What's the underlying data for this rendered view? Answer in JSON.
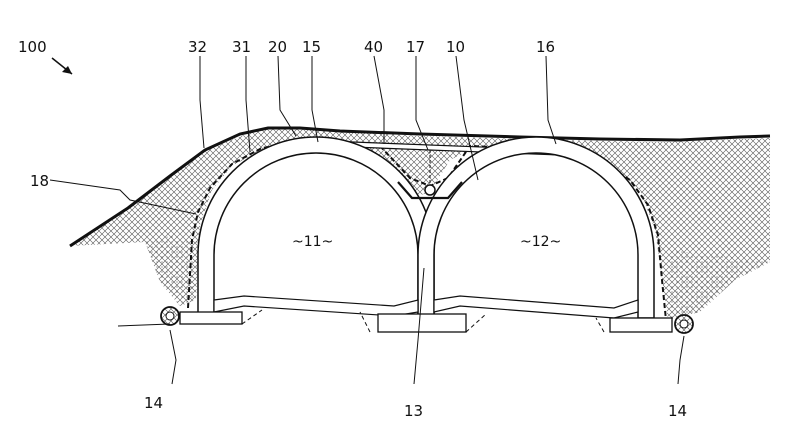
{
  "figure": {
    "ink_color": "#111111",
    "paper_color": "#ffffff",
    "labels": {
      "fig": "100",
      "l32": "32",
      "l31": "31",
      "l20": "20",
      "l15": "15",
      "l40": "40",
      "l17": "17",
      "l10": "10",
      "l16": "16",
      "l18": "18",
      "l14_left": "14",
      "l13": "13",
      "l14_right": "14",
      "tube_left": "~11~",
      "tube_right": "~12~"
    }
  }
}
